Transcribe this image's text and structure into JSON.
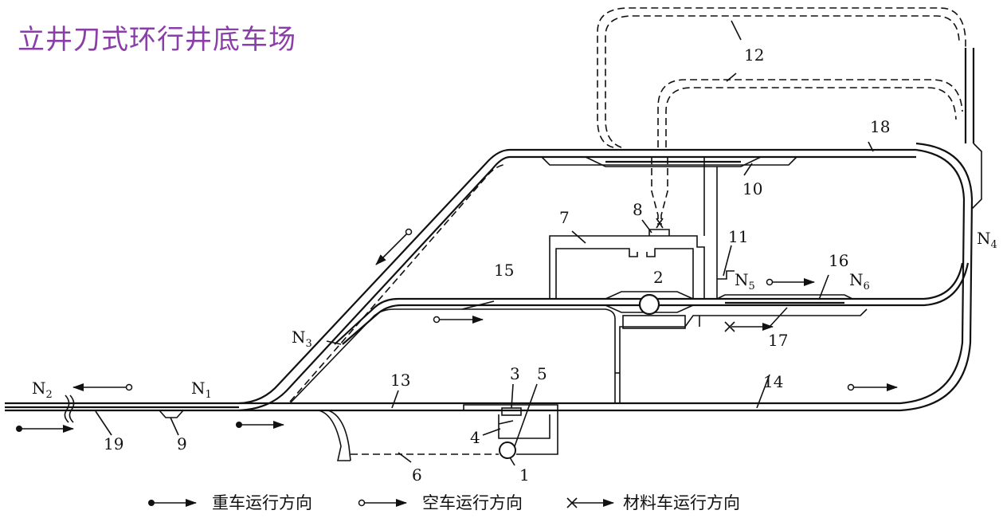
{
  "title": "立井刀式环行井底车场",
  "labels": {
    "n1": "1",
    "n2": "2",
    "n3": "3",
    "n4": "4",
    "n5": "5",
    "n6": "6",
    "n7": "7",
    "n8": "8",
    "n9": "9",
    "n10": "10",
    "n11": "11",
    "n12": "12",
    "n13": "13",
    "n14": "14",
    "n15": "15",
    "n16": "16",
    "n17": "17",
    "n18": "18",
    "n19": "19"
  },
  "nodes": {
    "N1": {
      "letter": "N",
      "sub": "1"
    },
    "N2": {
      "letter": "N",
      "sub": "2"
    },
    "N3": {
      "letter": "N",
      "sub": "3"
    },
    "N4": {
      "letter": "N",
      "sub": "4"
    },
    "N5": {
      "letter": "N",
      "sub": "5"
    },
    "N6": {
      "letter": "N",
      "sub": "6"
    }
  },
  "legend": {
    "heavy": "重车运行方向",
    "empty": "空车运行方向",
    "material": "材料车运行方向"
  }
}
